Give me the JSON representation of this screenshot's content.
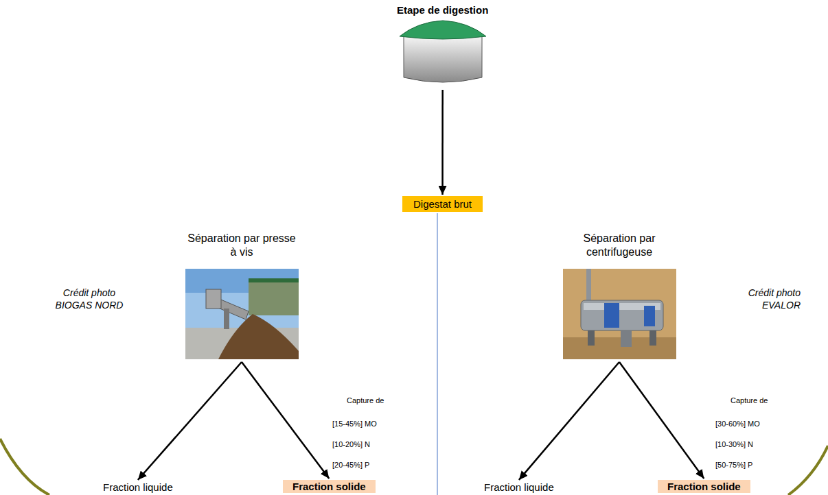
{
  "diagram": {
    "nodes": [
      {
        "text": [
          "Etape de digestion"
        ]
      },
      {
        "text": [
          "Digestat brut"
        ]
      },
      {
        "text": [
          "Séparation par presse à vis"
        ]
      },
      {
        "text": [
          "Séparation par centrifugeuse"
        ]
      },
      {
        "text": [
          "Fraction liquide"
        ]
      },
      {
        "text": [
          "Fraction solide"
        ]
      },
      {
        "text": [
          "Fraction liquide"
        ]
      },
      {
        "text": [
          "Fraction solide"
        ]
      }
    ],
    "edges": [
      {
        "from": 0,
        "to": 1,
        "arrow": "to"
      },
      {
        "from": 2,
        "to": 4,
        "arrow": "to"
      },
      {
        "from": 2,
        "to": 5,
        "arrow": "to"
      },
      {
        "from": 3,
        "to": 6,
        "arrow": "to"
      },
      {
        "from": 3,
        "to": 7,
        "arrow": "to"
      }
    ],
    "labels": [
      "Crédit photo BIOGAS NORD",
      "Capture de",
      "[15-45%] MO",
      "[10-20%] N",
      "[20-45%] P",
      "Crédit photo EVALOR",
      "Capture de",
      "[30-60%] MO",
      "[10-30%] N",
      "[50-75%] P"
    ]
  }
}
